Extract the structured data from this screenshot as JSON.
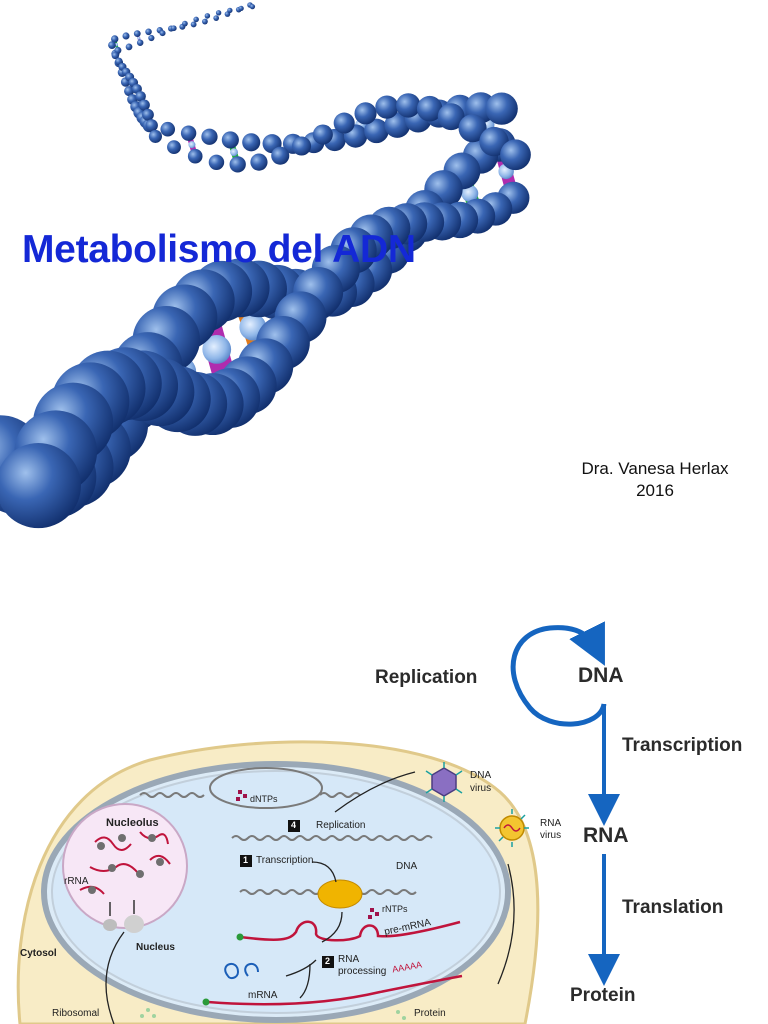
{
  "slide1": {
    "title": "Metabolismo del ADN",
    "author": "Dra. Vanesa Herlax",
    "year": "2016",
    "colors": {
      "title": "#1428d6",
      "bead": "#2f5aa8",
      "rungs": [
        "#e07a1a",
        "#b02cae",
        "#22b43a",
        "#e8d020"
      ]
    }
  },
  "slide2": {
    "dogma": {
      "replication": "Replication",
      "dna": "DNA",
      "transcription": "Transcription",
      "rna": "RNA",
      "translation": "Translation",
      "protein": "Protein",
      "arrow_color": "#1565c0"
    },
    "cell": {
      "nucleolus": "Nucleolus",
      "rrna": "rRNA",
      "nucleus": "Nucleus",
      "cytosol": "Cytosol",
      "dntps": "dNTPs",
      "step4_num": "4",
      "replication": "Replication",
      "step1_num": "1",
      "transcription": "Transcription",
      "dna": "DNA",
      "dna_virus_1": "DNA",
      "dna_virus_2": "virus",
      "rna_virus_1": "RNA",
      "rna_virus_2": "virus",
      "rntps": "rNTPs",
      "pre_mrna": "pre-mRNA",
      "step2_num": "2",
      "rna_processing_1": "RNA",
      "rna_processing_2": "processing",
      "polya": "AAAAA",
      "mrna": "mRNA",
      "ribosomal": "Ribosomal",
      "protein": "Protein"
    }
  }
}
